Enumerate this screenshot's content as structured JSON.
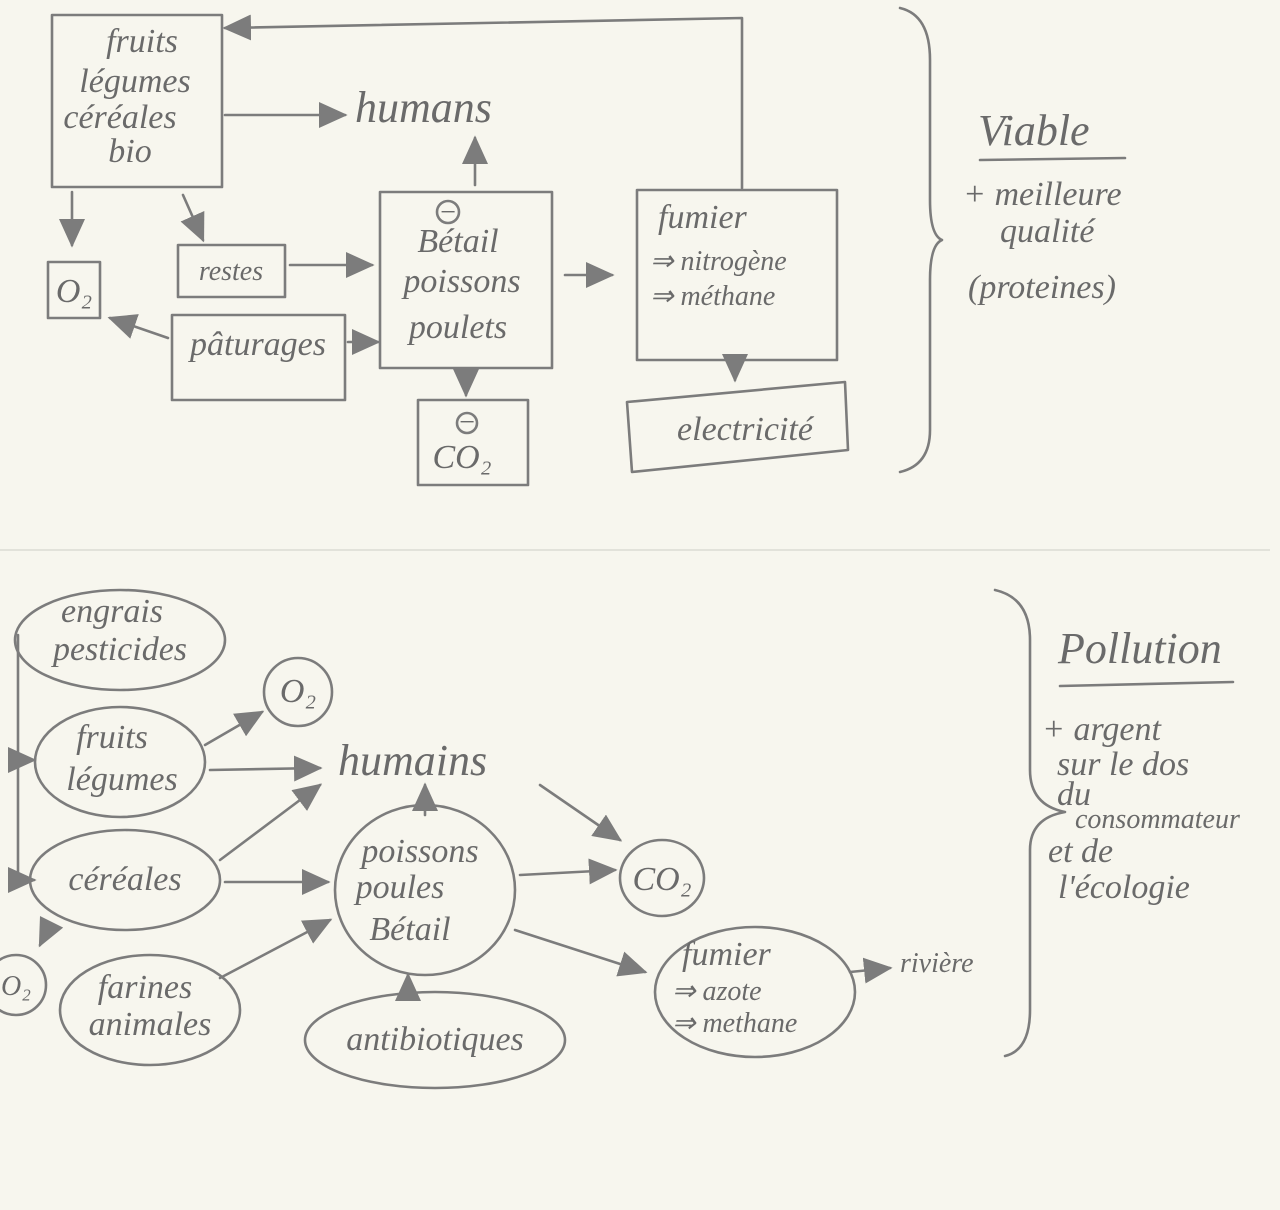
{
  "colors": {
    "paper": "#f7f6ee",
    "pencil": "#7c7c7c"
  },
  "top": {
    "crops": [
      "fruits",
      "légumes",
      "céréales",
      "bio"
    ],
    "humans": "humans",
    "o2": "O₂",
    "restes": "restes",
    "paturages": "pâturages",
    "minus": "−",
    "livestock": [
      "Bétail",
      "poissons",
      "poulets"
    ],
    "co2": "CO₂",
    "manure": [
      "fumier",
      "⇒ nitrogène",
      "⇒ méthane"
    ],
    "electricity": "electricité",
    "verdict": {
      "title": "Viable",
      "notes": [
        "+ meilleure",
        "qualité",
        "(proteines)"
      ]
    }
  },
  "bottom": {
    "inputs": [
      "engrais",
      "pesticides"
    ],
    "o2": "O₂",
    "fruits": [
      "fruits",
      "légumes"
    ],
    "humains": "humains",
    "cereales": "céréales",
    "farines": [
      "farines",
      "animales"
    ],
    "livestock": [
      "poissons",
      "poules",
      "Bétail"
    ],
    "antibiotics": "antibiotiques",
    "co2": "CO₂",
    "manure": [
      "fumier",
      "⇒ azote",
      "⇒ methane"
    ],
    "river": "rivière",
    "verdict": {
      "title": "Pollution",
      "notes": [
        "+ argent",
        "sur le dos",
        "du",
        "consommateur",
        "et de",
        "l'écologie"
      ]
    }
  }
}
